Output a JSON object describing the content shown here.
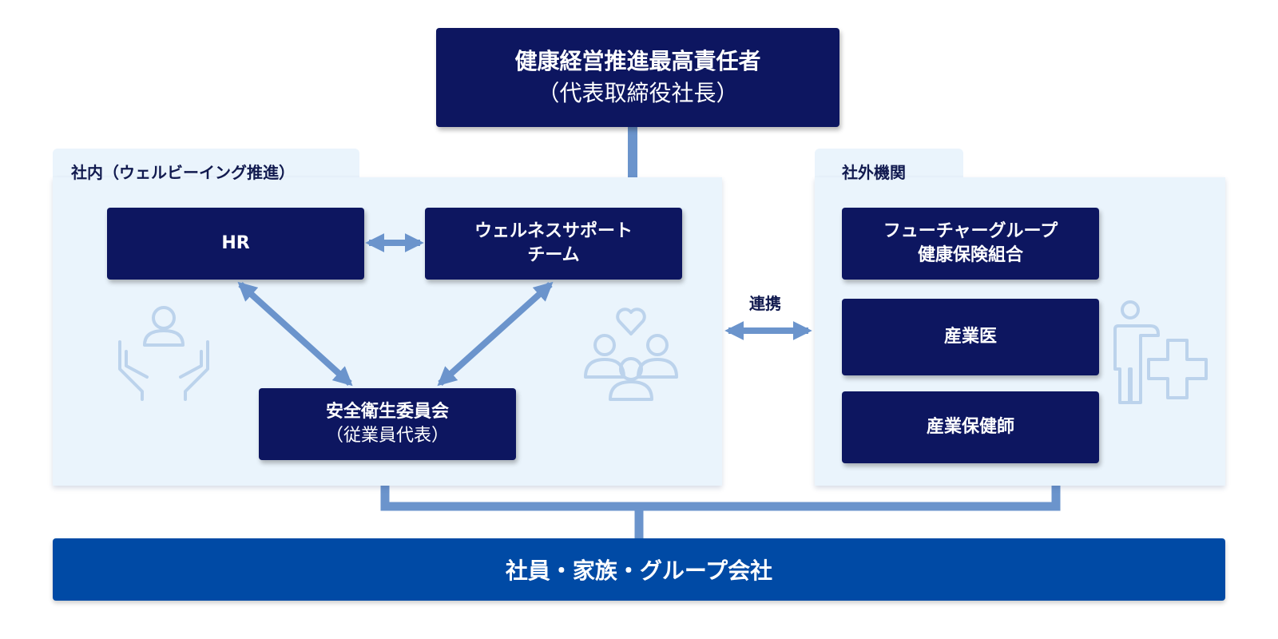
{
  "top": {
    "title": "健康経営推進最高責任者",
    "subtitle": "（代表取締役社長）"
  },
  "internal": {
    "title": "社内（ウェルビーイング推進）",
    "hr": "HR",
    "wellness_line1": "ウェルネスサポート",
    "wellness_line2": "チーム",
    "committee_line1": "安全衛生委員会",
    "committee_line2": "（従業員代表）"
  },
  "external": {
    "title": "社外機関",
    "insurance_line1": "フューチャーグループ",
    "insurance_line2": "健康保険組合",
    "doctor": "産業医",
    "nurse": "産業保健師"
  },
  "link_label": "連携",
  "bottom": {
    "label": "社員・家族・グループ会社"
  },
  "colors": {
    "navy_box": "#0d1660",
    "blue_bar": "#004aa5",
    "panel_bg": "#eaf4fc",
    "connector": "#6b94cc",
    "icon_stroke": "#bcd3ec"
  },
  "icons": [
    "hands-person-icon",
    "heart-group-icon",
    "person-medical-cross-icon"
  ]
}
